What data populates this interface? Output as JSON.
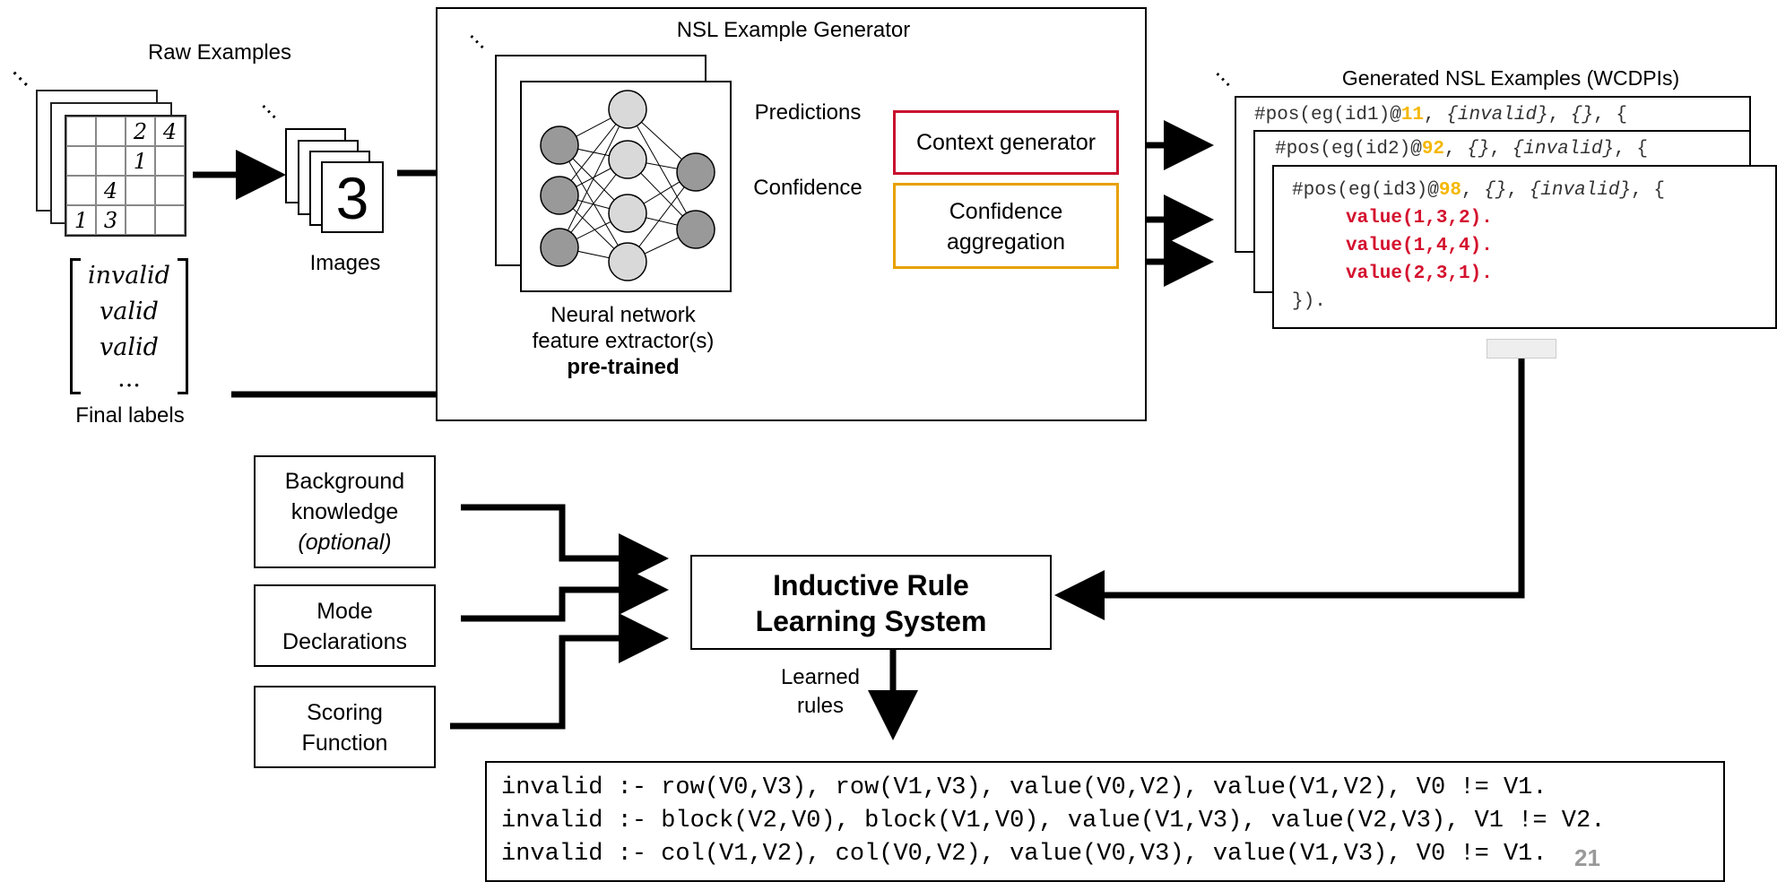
{
  "labels": {
    "raw_examples": "Raw Examples",
    "images": "Images",
    "final_labels": "Final labels",
    "generator_title": "NSL Example Generator",
    "nn_line1": "Neural network",
    "nn_line2": "feature extractor(s)",
    "nn_line3": "pre-trained",
    "predictions": "Predictions",
    "confidence": "Confidence",
    "context_generator": "Context generator",
    "confidence_agg_1": "Confidence",
    "confidence_agg_2": "aggregation",
    "generated_title": "Generated NSL Examples (WCDPIs)",
    "bk_1": "Background",
    "bk_2": "knowledge",
    "bk_3": "(optional)",
    "mode_1": "Mode",
    "mode_2": "Declarations",
    "score_1": "Scoring",
    "score_2": "Function",
    "irls_1": "Inductive Rule",
    "irls_2": "Learning System",
    "learned_1": "Learned",
    "learned_2": "rules",
    "page_number": "21"
  },
  "sudoku": {
    "cells": [
      "",
      "",
      "2",
      "4",
      "",
      "",
      "1",
      "",
      "",
      "4",
      "",
      "",
      "1",
      "3",
      "",
      ""
    ]
  },
  "image_digit": "3",
  "final_labels": [
    "invalid",
    "valid",
    "valid",
    "..."
  ],
  "examples": [
    {
      "prefix": "#pos(eg(id1)@",
      "weight": "11",
      "mid1": ", ",
      "inc": "{invalid}",
      "mid2": ", ",
      "exc": "{}",
      "tail": ", {"
    },
    {
      "prefix": "#pos(eg(id2)@",
      "weight": "92",
      "mid1": ", ",
      "inc": "{}",
      "mid2": ", ",
      "exc": "{invalid}",
      "tail": ", {"
    },
    {
      "prefix": "#pos(eg(id3)@",
      "weight": "98",
      "mid1": ", ",
      "inc": "{}",
      "mid2": ", ",
      "exc": "{invalid}",
      "tail": ", {",
      "context": [
        "value(1,3,2).",
        "value(1,4,4).",
        "value(2,3,1)."
      ],
      "close": "})."
    }
  ],
  "learned_rules": [
    "invalid :- row(V0,V3), row(V1,V3), value(V0,V2), value(V1,V2), V0 != V1.",
    "invalid :- block(V2,V0), block(V1,V0), value(V1,V3), value(V2,V3), V1 != V2.",
    "invalid :- col(V1,V2), col(V0,V2), value(V0,V3), value(V1,V3), V0 != V1."
  ],
  "colors": {
    "context_border": "#c8102e",
    "confidence_border": "#e8a000",
    "weight_text": "#f5b700",
    "context_text": "#d4112e",
    "node_dark": "#999999",
    "node_light": "#d9d9d9"
  }
}
